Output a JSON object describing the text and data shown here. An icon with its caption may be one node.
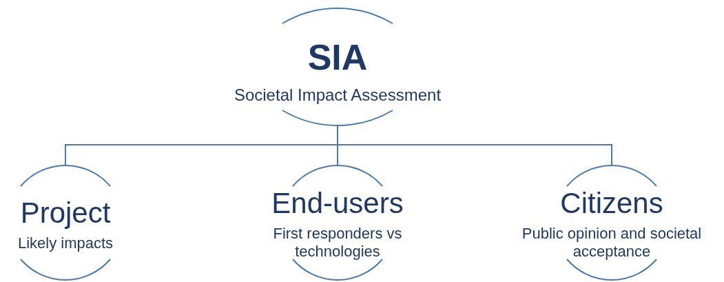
{
  "diagram": {
    "nodes": [
      {
        "text": [
          "SIA",
          "Societal Impact Assessment"
        ]
      },
      {
        "text": [
          "Project",
          "Likely impacts"
        ]
      },
      {
        "text": [
          "End-users",
          "First responders vs technologies"
        ]
      },
      {
        "text": [
          "Citizens",
          "Public opinion and societal acceptance"
        ]
      }
    ],
    "edges": [
      {
        "from": 0,
        "to": 1,
        "arrow": "none"
      },
      {
        "from": 0,
        "to": 2,
        "arrow": "none"
      },
      {
        "from": 0,
        "to": 3,
        "arrow": "none"
      }
    ]
  }
}
